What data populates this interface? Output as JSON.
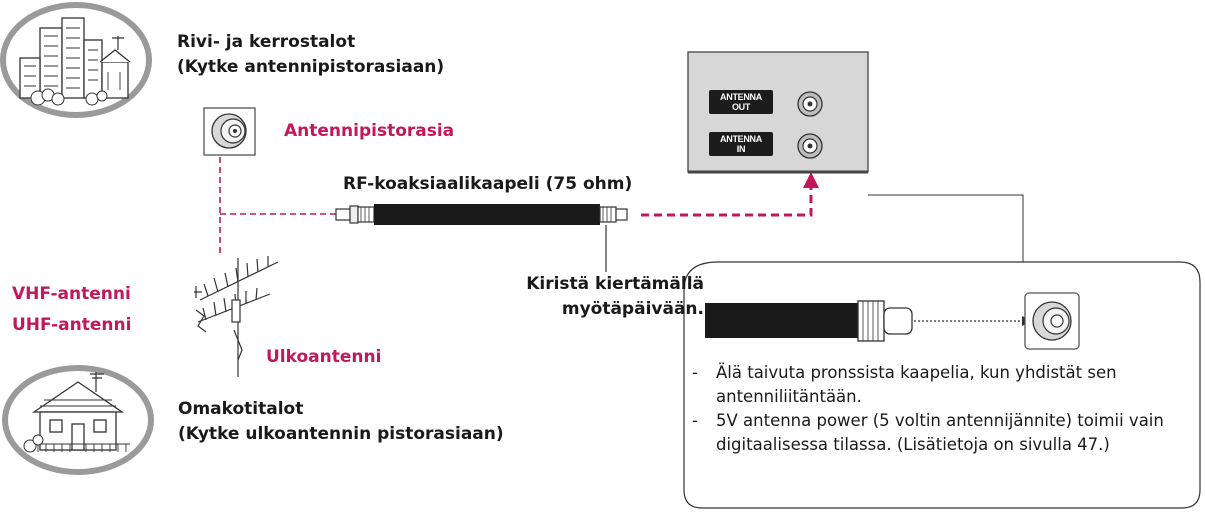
{
  "labels": {
    "building_title": "Rivi- ja kerrostalot",
    "building_sub": "(Kytke antennipistorasiaan)",
    "wall_socket": "Antennipistorasia",
    "cable": "RF-koaksiaalikaapeli (75 ohm)",
    "tighten_1": "Kiristä kiertämällä",
    "tighten_2": "myötäpäivään.",
    "vhf": "VHF-antenni",
    "uhf": "UHF-antenni",
    "outdoor_antenna": "Ulkoantenni",
    "house_title": "Omakotitalot",
    "house_sub": "(Kytke ulkoantennin pistorasiaan)"
  },
  "panel": {
    "antenna_out_line1": "ANTENNA",
    "antenna_out_line2": "OUT",
    "antenna_in_line1": "ANTENNA",
    "antenna_in_line2": "IN"
  },
  "notes": [
    {
      "dash": "-",
      "text": "Älä taivuta pronssista kaapelia, kun yhdistät sen antenniliitäntään."
    },
    {
      "dash": "-",
      "text": "5V antenna power (5 voltin antennijännite) toimii vain digitaalisessa tilassa. (Lisätietoja on sivulla 47.)"
    }
  ],
  "colors": {
    "accent": "#c2185b",
    "panel_bg": "#d7d7d7",
    "cable": "#1a1a1a"
  },
  "icons": [
    "apartment-building-icon",
    "house-icon",
    "wall-socket-icon",
    "outdoor-antenna-icon",
    "coax-cable-icon",
    "connector-closeup-icon"
  ]
}
